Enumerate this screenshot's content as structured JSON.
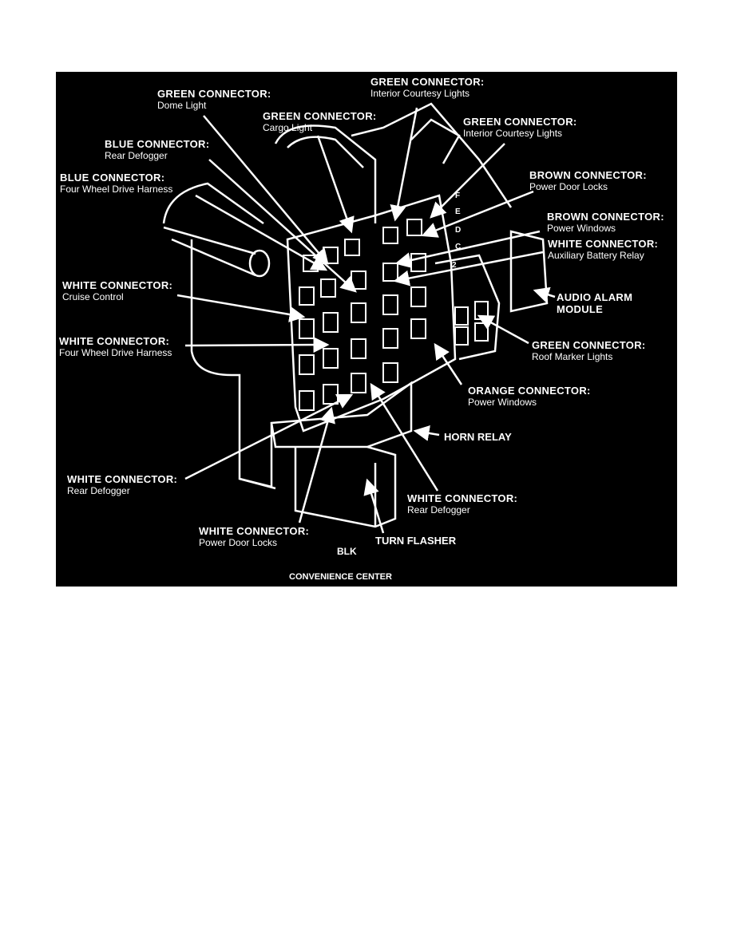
{
  "labels": [
    {
      "title": "GREEN CONNECTOR:",
      "sub": "Dome Light"
    },
    {
      "title": "GREEN CONNECTOR:",
      "sub": "Interior Courtesy Lights"
    },
    {
      "title": "GREEN CONNECTOR:",
      "sub": "Cargo Light"
    },
    {
      "title": "GREEN CONNECTOR:",
      "sub": "Interior Courtesy Lights"
    },
    {
      "title": "BLUE CONNECTOR:",
      "sub": "Rear Defogger"
    },
    {
      "title": "BLUE CONNECTOR:",
      "sub": "Four Wheel Drive Harness"
    },
    {
      "title": "BROWN CONNECTOR:",
      "sub": "Power Door Locks"
    },
    {
      "title": "BROWN CONNECTOR:",
      "sub": "Power Windows"
    },
    {
      "title": "WHITE CONNECTOR:",
      "sub": "Auxiliary Battery Relay"
    },
    {
      "title": "WHITE CONNECTOR:",
      "sub": "Cruise Control"
    },
    {
      "title": "WHITE CONNECTOR:",
      "sub": "Four Wheel Drive Harness"
    },
    {
      "title": "GREEN CONNECTOR:",
      "sub": "Roof Marker Lights"
    },
    {
      "title": "ORANGE CONNECTOR:",
      "sub": "Power Windows"
    },
    {
      "title": "WHITE CONNECTOR:",
      "sub": "Rear Defogger"
    },
    {
      "title": "WHITE CONNECTOR:",
      "sub": "Rear Defogger"
    },
    {
      "title": "WHITE CONNECTOR:",
      "sub": "Power Door Locks"
    }
  ],
  "audio_alarm": [
    "AUDIO ALARM",
    "MODULE"
  ],
  "horn_relay": "HORN RELAY",
  "turn_flasher": "TURN FLASHER",
  "blk": "BLK",
  "caption": "CONVENIENCE CENTER",
  "fuse_letters": [
    "F",
    "E",
    "D",
    "C",
    "2"
  ]
}
